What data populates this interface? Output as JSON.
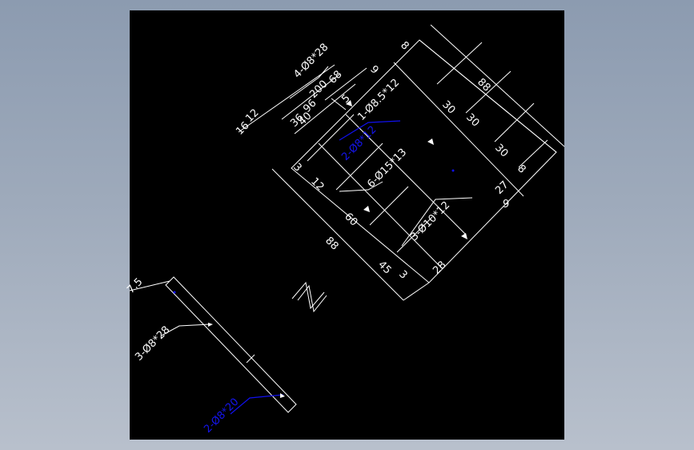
{
  "colors": {
    "background": "#98a6b8",
    "viewport": "#000000",
    "line": "#ffffff",
    "highlight": "#1010ee"
  },
  "upper_part": {
    "callouts": {
      "c1": "4-Ø8*28",
      "c2": "1-Ø8.5*12",
      "c3": "2-Ø8*12",
      "c4": "6-Ø15*13",
      "c5": "3-Ø10*12"
    },
    "dims": {
      "d200": "200",
      "d96": "96",
      "d68": "68",
      "d36": "36",
      "d40": "40",
      "d12": "12",
      "d16": "16",
      "d5": "5",
      "d60": "60",
      "d30_a": "30",
      "d30_b": "30",
      "d30_c": "30",
      "d8_a": "8",
      "d8_b": "8",
      "d9_a": "9",
      "d9_b": "9",
      "d88": "88",
      "d88_b": "88",
      "d28": "28",
      "d27": "27",
      "d3_a": "3",
      "d3_b": "3",
      "d45": "45",
      "d12_b": "12"
    }
  },
  "lower_part": {
    "callouts": {
      "c1": "3-Ø8*28",
      "c2": "2-Ø8*20"
    },
    "dims": {
      "d7_5": "7.5"
    }
  }
}
